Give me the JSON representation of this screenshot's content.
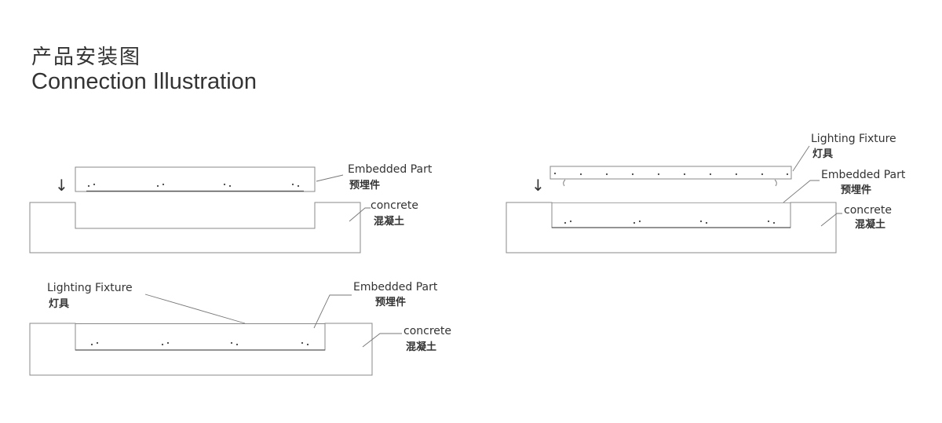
{
  "header": {
    "title_cn": "产品安装图",
    "title_en": "Connection Illustration"
  },
  "labels": {
    "embedded_en": "Embedded Part",
    "embedded_cn": "预埋件",
    "concrete_en": "concrete",
    "concrete_cn": "混凝土",
    "fixture_en": "Lighting Fixture",
    "fixture_cn": "灯具",
    "arrow": "↓"
  }
}
